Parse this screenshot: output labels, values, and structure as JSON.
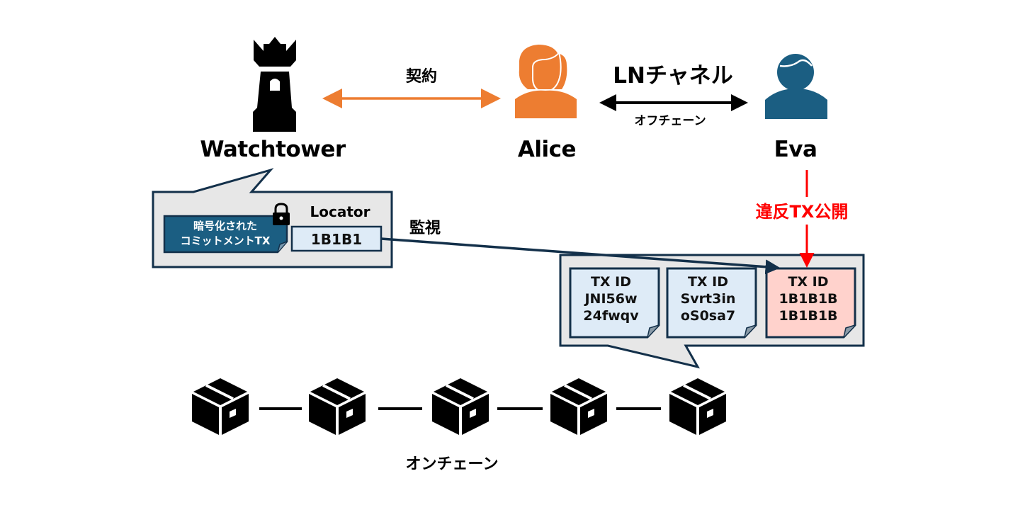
{
  "colors": {
    "alice": "#ED7D31",
    "eva": "#1B5E82",
    "navy": "#13304A",
    "panel_fill": "#E7E7E7",
    "card_blue": "#DEEBF7",
    "card_red": "#FFD2CC",
    "violation": "#FF0000",
    "encrypted_fill": "#1B5E82"
  },
  "actors": {
    "watchtower": {
      "label": "Watchtower",
      "icon": "tower-icon"
    },
    "alice": {
      "label": "Alice",
      "icon": "person-female-icon"
    },
    "eva": {
      "label": "Eva",
      "icon": "person-male-icon"
    }
  },
  "links": {
    "contract": {
      "label": "契約"
    },
    "ln_channel": {
      "label": "LNチャネル",
      "sublabel": "オフチェーン"
    },
    "violation": {
      "label": "違反TX公開"
    },
    "monitor": {
      "label": "監視"
    }
  },
  "watchtower_store": {
    "encrypted_tx": {
      "line1": "暗号化された",
      "line2": "コミットメントTX"
    },
    "locator_title": "Locator",
    "locator_value": "1B1B1"
  },
  "mempool": {
    "cards": [
      {
        "title": "TX ID",
        "line1": "JNI56w",
        "line2": "24fwqv",
        "highlight": false
      },
      {
        "title": "TX ID",
        "line1": "Svrt3in",
        "line2": "oS0sa7",
        "highlight": false
      },
      {
        "title": "TX ID",
        "line1": "1B1B1B",
        "line2": "1B1B1B",
        "highlight": true
      }
    ]
  },
  "chain": {
    "label": "オンチェーン",
    "blocks": 5
  }
}
